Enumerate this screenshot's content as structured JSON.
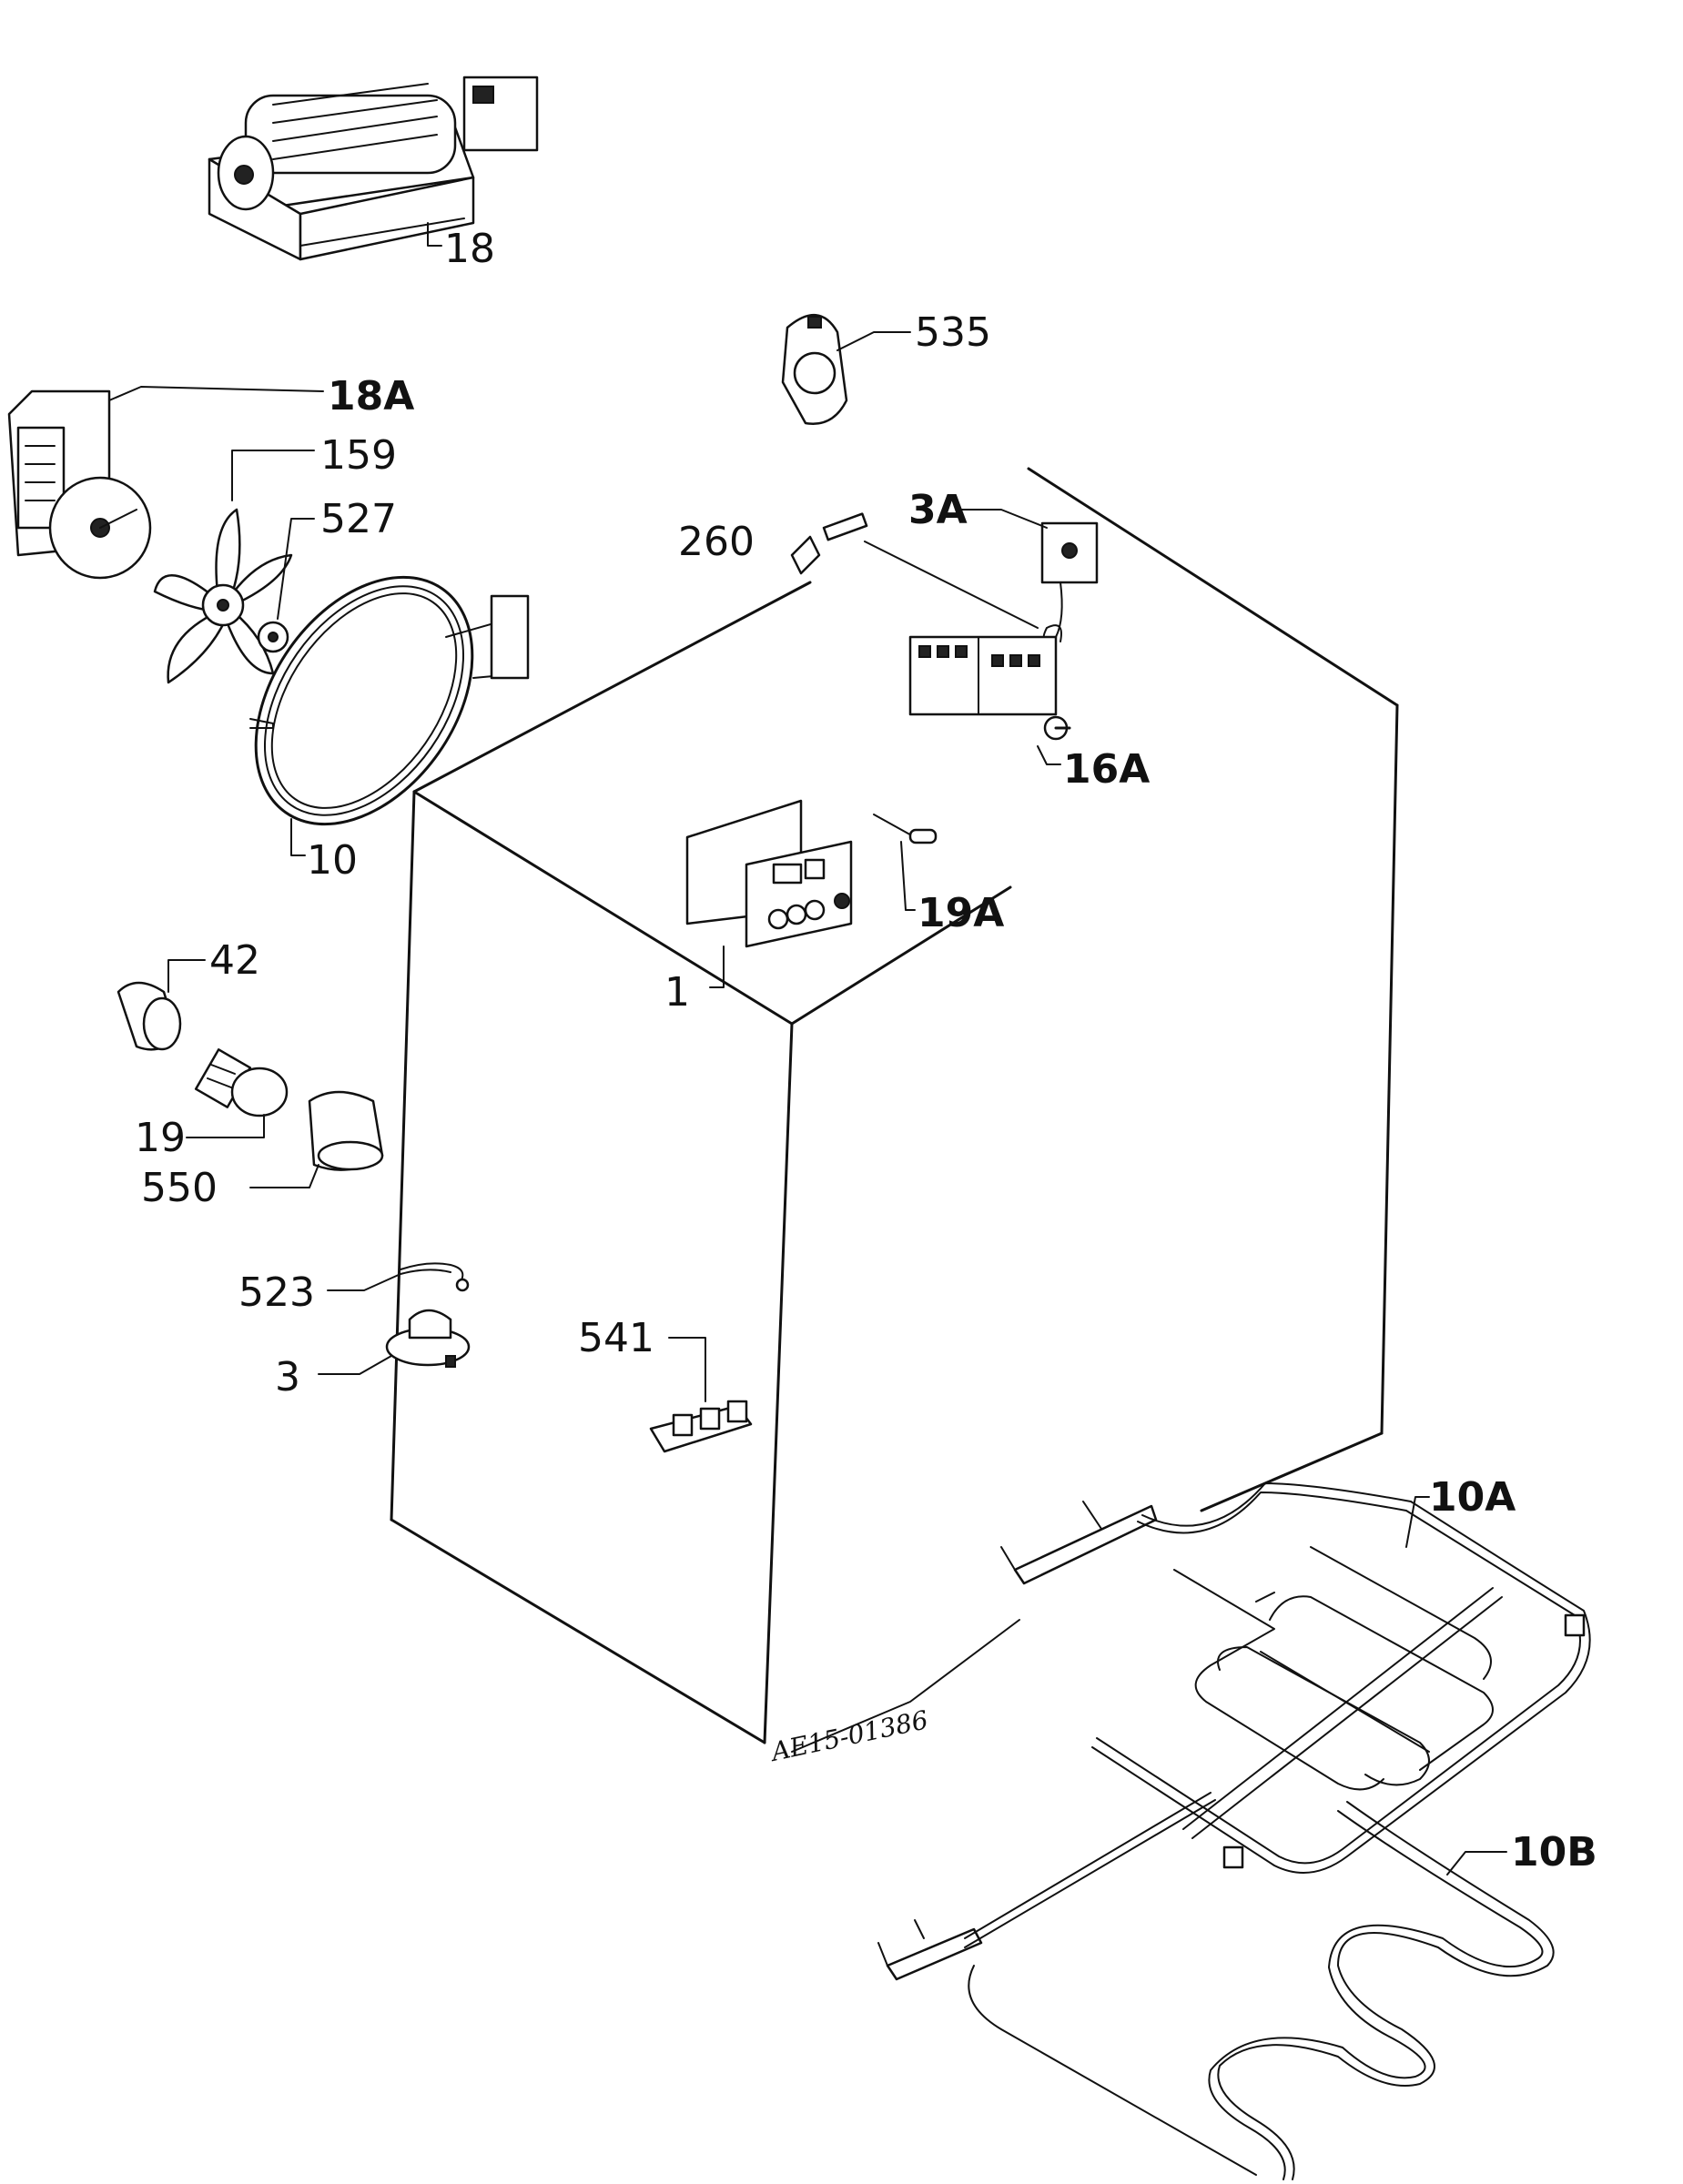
{
  "labels": {
    "l18": "18",
    "l535": "535",
    "l18A": "18A",
    "l159": "159",
    "l527": "527",
    "l3A": "3A",
    "l260": "260",
    "l16A": "16A",
    "l10": "10",
    "l19A": "19A",
    "l1": "1",
    "l42": "42",
    "l19": "19",
    "l550": "550",
    "l523": "523",
    "l541": "541",
    "l3": "3",
    "l10A": "10A",
    "l10B": "10B"
  },
  "reference_code": "AE15-01386"
}
